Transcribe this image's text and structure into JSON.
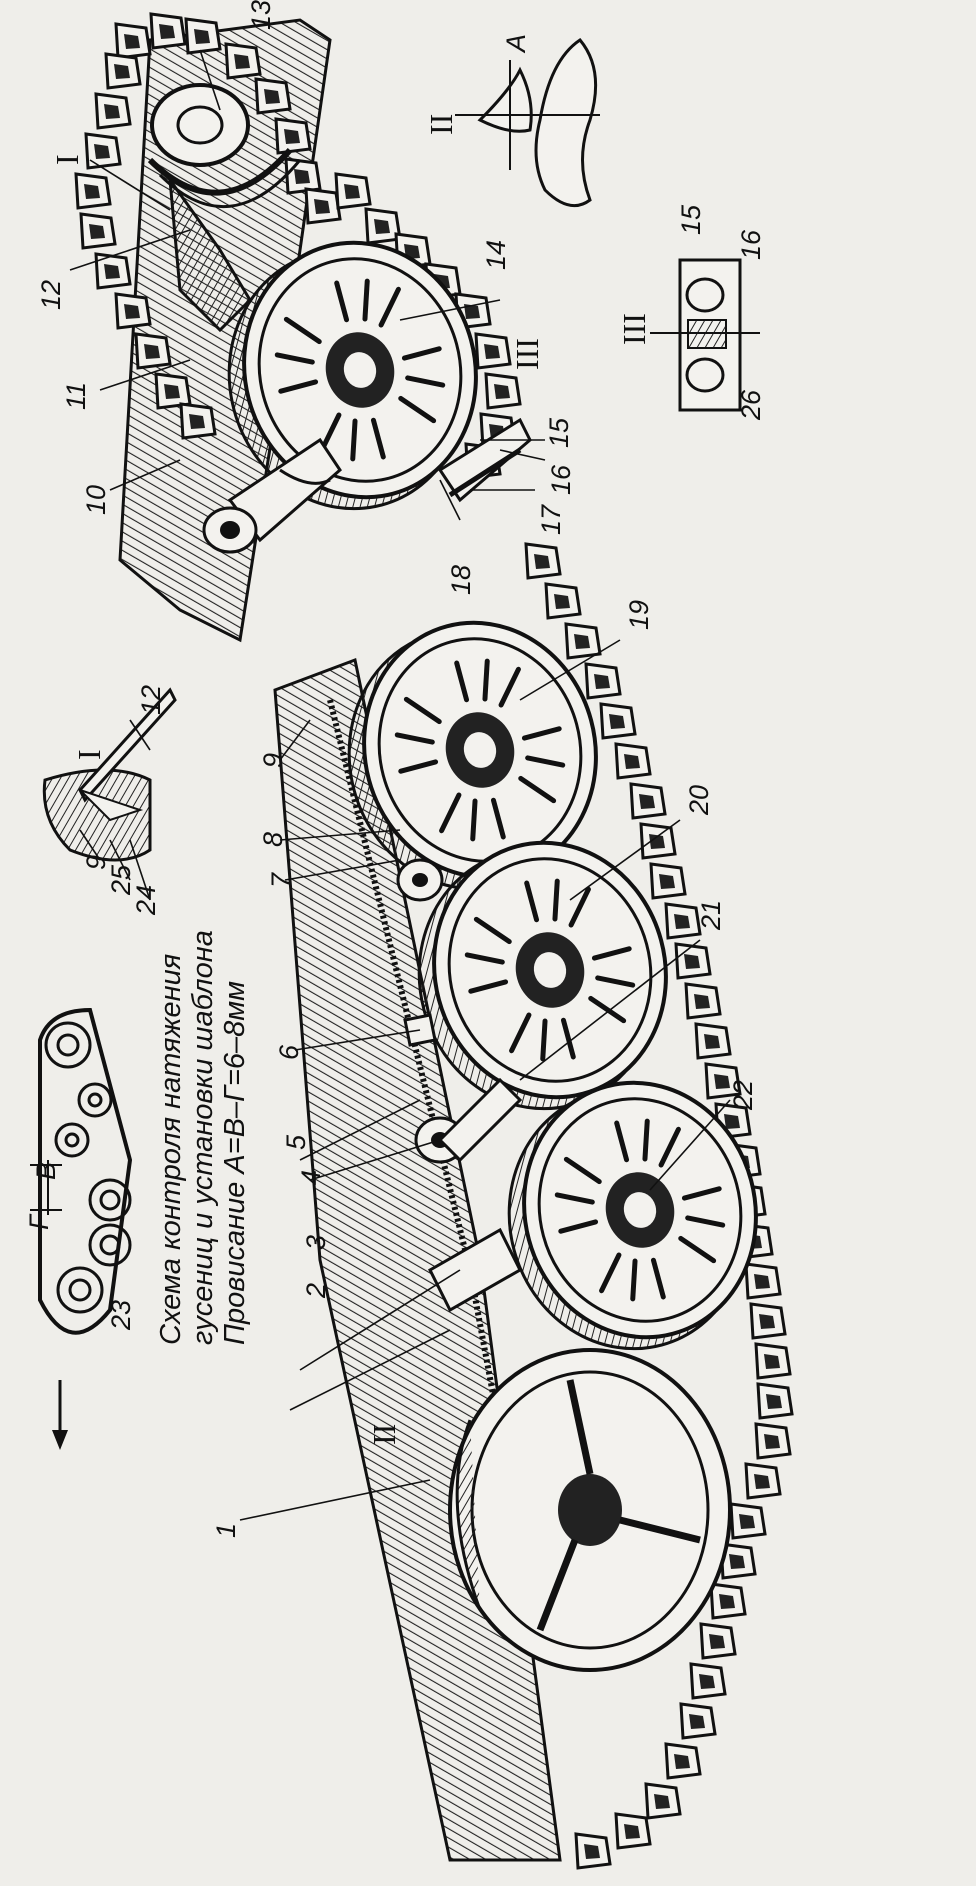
{
  "caption": {
    "line1": "Схема    контроля    натяжения",
    "line2": "гусениц и установки шаблона",
    "line3": "Провисание  А=В–Г=6–8мм"
  },
  "labels": {
    "n1": "1",
    "n2": "2",
    "n3": "3",
    "n4": "4",
    "n5": "5",
    "n6": "6",
    "n7": "7",
    "n8": "8",
    "n9": "9",
    "n9b": "9",
    "n10": "10",
    "n11": "11",
    "n12": "12",
    "n12b": "12",
    "n13": "13",
    "n14": "14",
    "n15": "15",
    "n15b": "15",
    "n16": "16",
    "n16b": "16",
    "n17": "17",
    "n18": "18",
    "n19": "19",
    "n20": "20",
    "n21": "21",
    "n22": "22",
    "n23": "23",
    "n24": "24",
    "n25": "25",
    "n26": "26",
    "roman1": "I",
    "roman1b": "I",
    "roman2": "II",
    "roman2b": "II",
    "roman3": "III",
    "roman3b": "III",
    "letterA": "A",
    "letterV": "В",
    "letterG": "Г"
  }
}
